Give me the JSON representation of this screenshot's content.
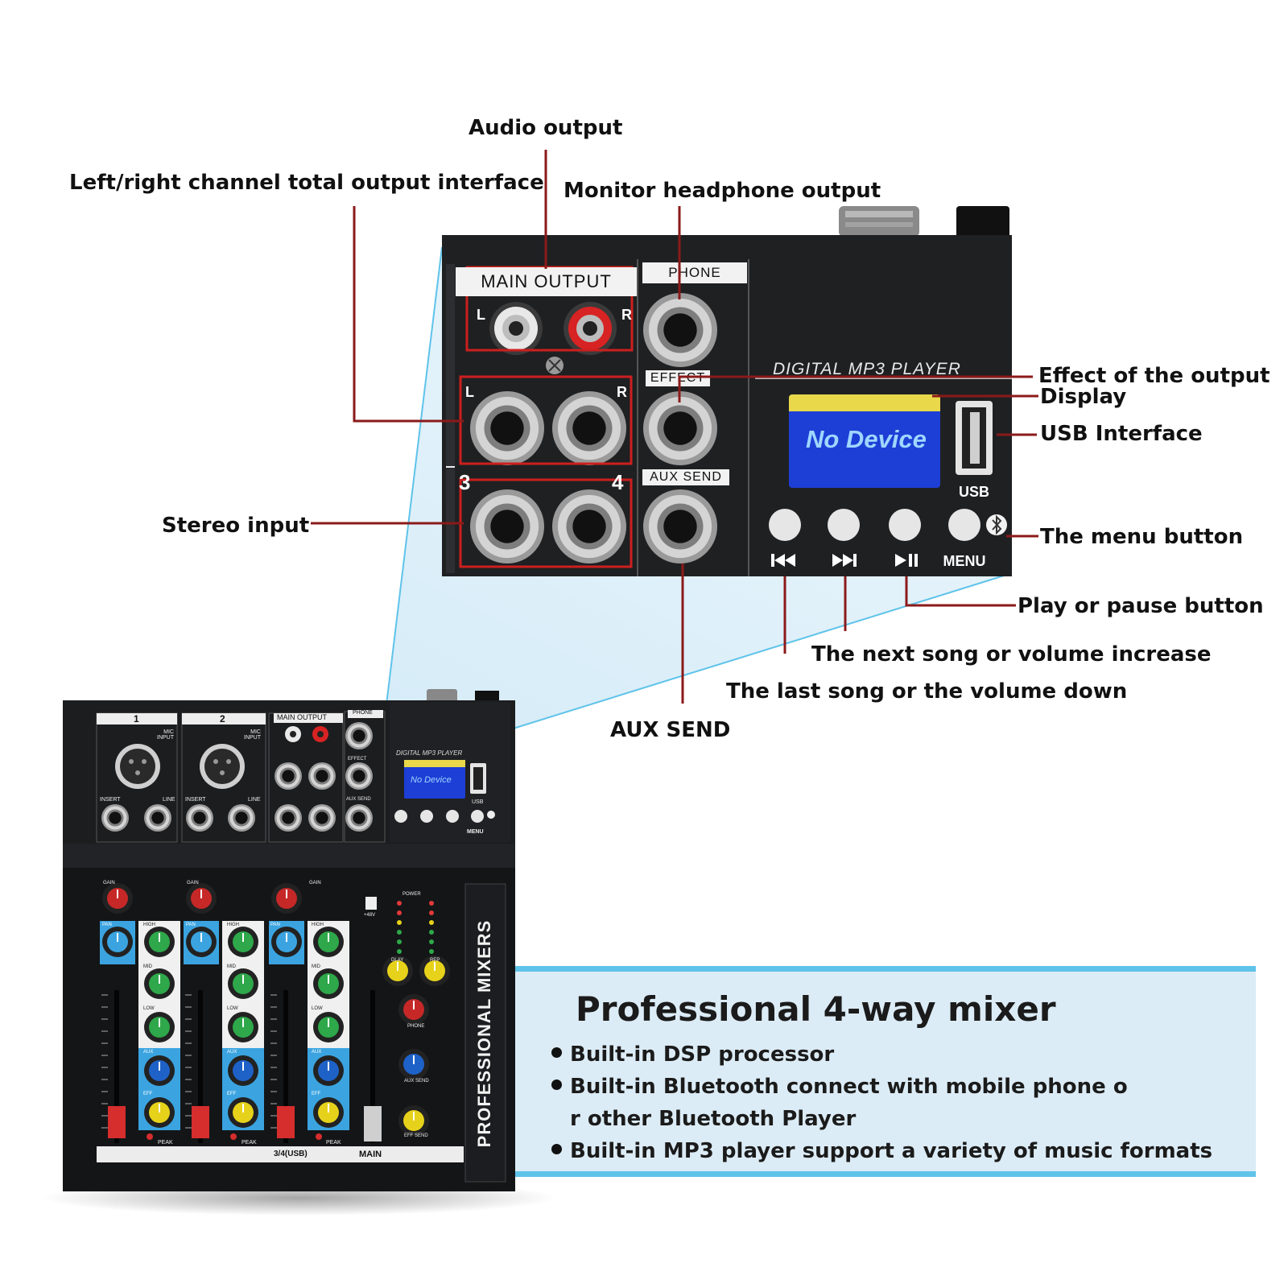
{
  "callouts": {
    "audio_output": "Audio output",
    "left_right_output": "Left/right channel total output interface",
    "monitor_headphone": "Monitor headphone output",
    "effect_output": "Effect of the output",
    "display": "Display",
    "usb_interface": "USB Interface",
    "stereo_input": "Stereo input",
    "menu_button": "The menu button",
    "play_pause": "Play or pause button",
    "next_song": "The next song or volume increase",
    "last_song": "The last song or the volume down",
    "aux_send": "AUX SEND"
  },
  "zoom_panel": {
    "main_output": "MAIN OUTPUT",
    "phone": "PHONE",
    "effect": "EFFECT",
    "aux_send": "AUX SEND",
    "digital_mp3_player": "DIGITAL MP3 PLAYER",
    "lcd_text": "No Device",
    "usb": "USB",
    "menu": "MENU",
    "left": "L",
    "right": "R",
    "ch3": "3",
    "ch4": "4",
    "prev_icon": "previous-track-icon",
    "next_icon": "next-track-icon",
    "play_pause_icon": "play-pause-icon",
    "bluetooth_icon": "bluetooth-icon"
  },
  "mixer": {
    "channel_1": "1",
    "channel_2": "2",
    "mic_input": "MIC INPUT",
    "main_output": "MAIN OUTPUT",
    "phone": "PHONE",
    "insert": "INSERT",
    "line": "LINE",
    "effect": "EFFECT",
    "aux_send": "AUX SEND",
    "digital_mp3_player": "DIGITAL MP3 PLAYER",
    "lcd_text": "No Device",
    "usb": "USB",
    "menu": "MENU",
    "side_text": "PROFESSIONAL MIXERS",
    "gain": "GAIN",
    "pan": "PAN",
    "high": "HIGH",
    "mid": "MID",
    "low": "LOW",
    "aux": "AUX",
    "eff": "EFF",
    "peak": "PEAK",
    "power": "POWER",
    "plus48v": "+48V",
    "dlay": "DLAY",
    "rep": "REP",
    "phone_knob": "PHONE",
    "aux_send_knob": "AUX SEND",
    "eff_send_knob": "EFF SEND",
    "strip_3_4_usb": "3/4(USB)",
    "main": "MAIN"
  },
  "info": {
    "title": "Professional 4-way mixer",
    "bullet_1": "Built-in DSP processor",
    "bullet_2_line1": "Built-in Bluetooth connect with mobile phone o",
    "bullet_2_line2": "r other Bluetooth Player",
    "bullet_3": "Built-in MP3 player support a variety of music formats"
  },
  "colors": {
    "callout_line": "#8b1a1a",
    "highlight_box": "#cc1f1f",
    "accent_blue": "#5fc3ea",
    "info_bg": "#dcecf6",
    "panel_dark": "#1f2022",
    "lcd_blue": "#1d3fd6",
    "lcd_yellow": "#e8d84a"
  }
}
